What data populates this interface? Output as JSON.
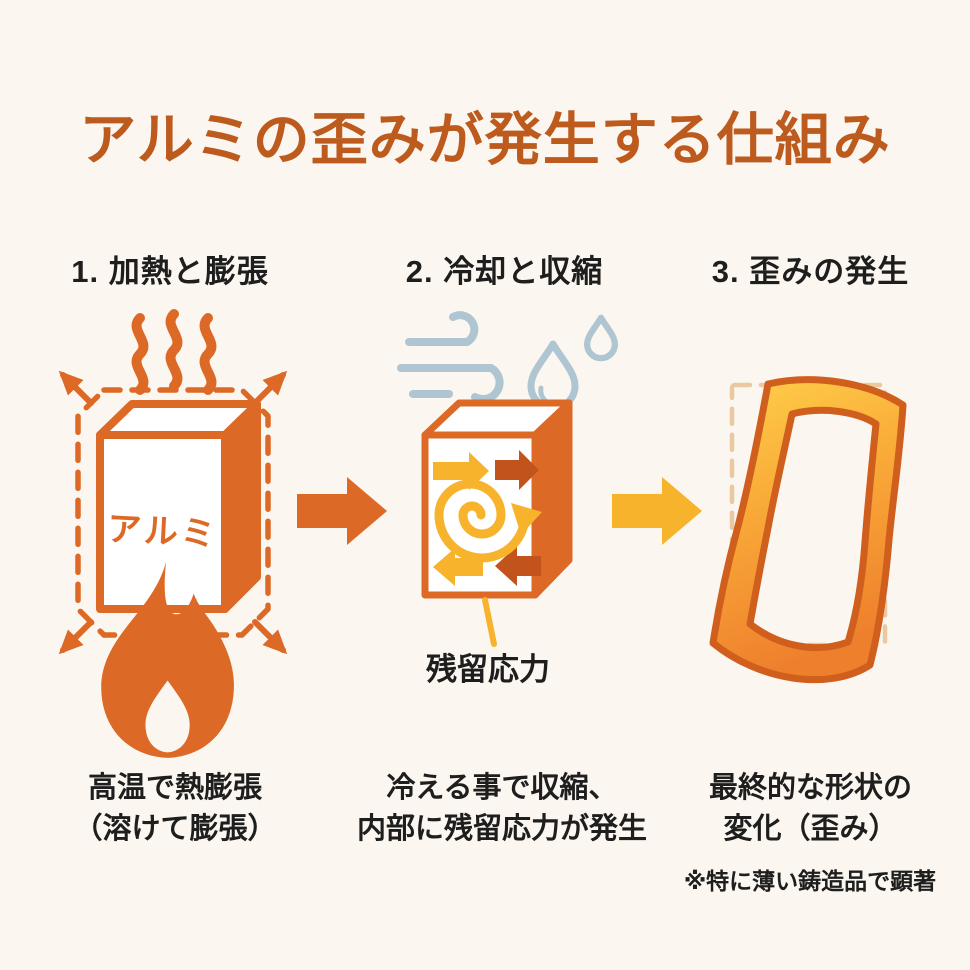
{
  "title": "アルミの歪みが発生する仕組み",
  "colors": {
    "background": "#fbf7f0",
    "title": "#bd5a1d",
    "orange": "#dd6926",
    "dark_orange": "#c2531d",
    "outline_orange": "#d05f1e",
    "yellow": "#f7b32c",
    "blue": "#afc5d2",
    "tan": "#eac9a2",
    "text": "#1e1e1e",
    "white": "#ffffff",
    "grad_top": "#ffd04a",
    "grad_mid": "#f9aa38",
    "grad_bottom": "#ee7f2d"
  },
  "steps": [
    {
      "heading": "1. 加熱と膨張",
      "box_label": "アルミ",
      "caption_line1": "高温で熱膨張",
      "caption_line2": "（溶けて膨張）",
      "icons": [
        "heat-waves-icon",
        "expansion-arrows-icon",
        "aluminum-box-icon",
        "flame-icon"
      ]
    },
    {
      "heading": "2. 冷却と収縮",
      "callout_label": "残留応力",
      "caption_line1": "冷える事で収縮、",
      "caption_line2": "内部に残留応力が発生",
      "icons": [
        "wind-icon",
        "water-drops-icon",
        "stress-box-icon",
        "stress-spiral-icon"
      ]
    },
    {
      "heading": "3. 歪みの発生",
      "caption_line1": "最終的な形状の",
      "caption_line2": "変化（歪み）",
      "footnote": "※特に薄い鋳造品で顕著",
      "icons": [
        "original-outline-icon",
        "warped-shape-icon"
      ]
    }
  ],
  "connectors": [
    "arrow-right",
    "arrow-right"
  ]
}
